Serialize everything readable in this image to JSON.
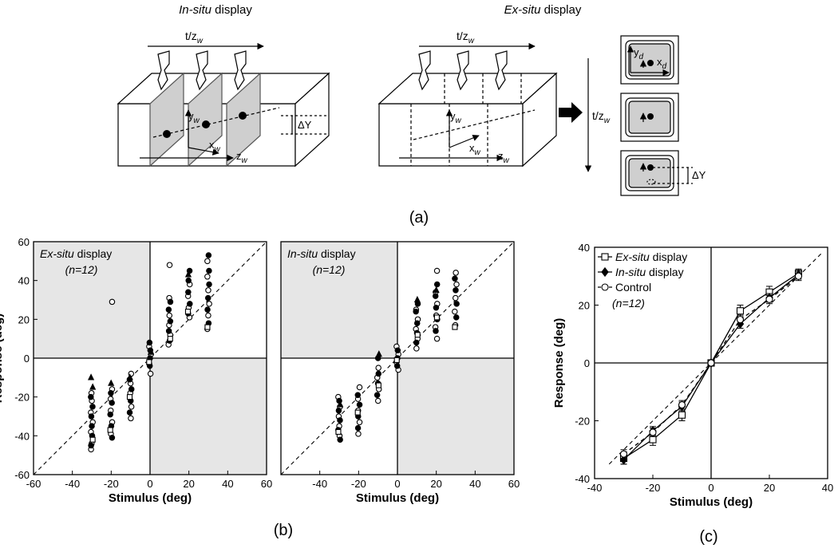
{
  "panel_a": {
    "insitu_title_italic": "In-situ",
    "insitu_title_rest": " display",
    "exsitu_title_italic": "Ex-situ",
    "exsitu_title_rest": " display",
    "time_label": "t/z",
    "time_sub": "w",
    "yw_label": "y",
    "yw_sub": "w",
    "xw_label": "x",
    "xw_sub": "w",
    "zw_label": "z",
    "zw_sub": "w",
    "yd_label": "y",
    "yd_sub": "d",
    "xd_label": "x",
    "xd_sub": "d",
    "delta_y": "ΔY",
    "caption": "(a)"
  },
  "panel_b_caption": "(b)",
  "panel_c_caption": "(c)",
  "chart_data": [
    {
      "id": "b-left",
      "type": "scatter",
      "title_italic": "Ex-situ",
      "title_rest": " display",
      "n_label": "(n=12)",
      "xlabel": "Stimulus (deg)",
      "ylabel": "Response (deg)",
      "xlim": [
        -60,
        60
      ],
      "ylim": [
        -60,
        60
      ],
      "xticks": [
        "-60",
        "-40",
        "-20",
        "0",
        "20",
        "40",
        "60"
      ],
      "yticks": [
        "60",
        "40",
        "20",
        "0",
        "-20",
        "-40",
        "-60"
      ],
      "shaded_quadrants": [
        "top-left",
        "bottom-right"
      ],
      "reference_line": "y=x (dashed)",
      "series": [
        {
          "marker": "circle-open",
          "points": [
            [
              -30,
              -47
            ],
            [
              -30,
              -44
            ],
            [
              -30,
              -38
            ],
            [
              -30,
              -33
            ],
            [
              -30,
              -28
            ],
            [
              -30,
              -22
            ],
            [
              -30,
              -18
            ],
            [
              -20,
              -39
            ],
            [
              -20,
              -33
            ],
            [
              -20,
              -27
            ],
            [
              -20,
              -21
            ],
            [
              -20,
              -16
            ],
            [
              -10,
              -31
            ],
            [
              -10,
              -25
            ],
            [
              -10,
              -18
            ],
            [
              -10,
              -13
            ],
            [
              -10,
              -8
            ],
            [
              0,
              -8
            ],
            [
              0,
              -3
            ],
            [
              0,
              2
            ],
            [
              0,
              6
            ],
            [
              10,
              7
            ],
            [
              10,
              12
            ],
            [
              10,
              17
            ],
            [
              10,
              22
            ],
            [
              10,
              31
            ],
            [
              10,
              48
            ],
            [
              20,
              21
            ],
            [
              20,
              26
            ],
            [
              20,
              32
            ],
            [
              20,
              38
            ],
            [
              30,
              15
            ],
            [
              30,
              22
            ],
            [
              30,
              28
            ],
            [
              30,
              35
            ],
            [
              30,
              42
            ],
            [
              30,
              50
            ],
            [
              -20,
              29
            ]
          ]
        },
        {
          "marker": "circle-filled",
          "points": [
            [
              -30,
              -45
            ],
            [
              -30,
              -40
            ],
            [
              -30,
              -35
            ],
            [
              -30,
              -30
            ],
            [
              -30,
              -25
            ],
            [
              -30,
              -20
            ],
            [
              -20,
              -41
            ],
            [
              -20,
              -35
            ],
            [
              -20,
              -29
            ],
            [
              -20,
              -23
            ],
            [
              -20,
              -18
            ],
            [
              -10,
              -28
            ],
            [
              -10,
              -22
            ],
            [
              -10,
              -16
            ],
            [
              -10,
              -11
            ],
            [
              0,
              -4
            ],
            [
              0,
              0
            ],
            [
              0,
              4
            ],
            [
              0,
              8
            ],
            [
              10,
              9
            ],
            [
              10,
              14
            ],
            [
              10,
              19
            ],
            [
              10,
              25
            ],
            [
              10,
              29
            ],
            [
              20,
              23
            ],
            [
              20,
              28
            ],
            [
              20,
              34
            ],
            [
              20,
              40
            ],
            [
              20,
              45
            ],
            [
              30,
              18
            ],
            [
              30,
              25
            ],
            [
              30,
              31
            ],
            [
              30,
              38
            ],
            [
              30,
              45
            ],
            [
              30,
              53
            ]
          ]
        },
        {
          "marker": "triangle-filled",
          "points": [
            [
              -30,
              -10
            ],
            [
              -30,
              -15
            ],
            [
              -20,
              -13
            ],
            [
              -10,
              -10
            ],
            [
              0,
              3
            ],
            [
              20,
              43
            ]
          ]
        },
        {
          "marker": "square-open",
          "points": [
            [
              -30,
              -42
            ],
            [
              -20,
              -37
            ],
            [
              -10,
              -20
            ],
            [
              0,
              -2
            ],
            [
              10,
              10
            ],
            [
              20,
              24
            ],
            [
              30,
              16
            ]
          ]
        }
      ]
    },
    {
      "id": "b-right",
      "type": "scatter",
      "title_italic": "In-situ",
      "title_rest": " display",
      "n_label": "(n=12)",
      "xlabel": "Stimulus (deg)",
      "ylabel": "",
      "xlim": [
        -60,
        60
      ],
      "ylim": [
        -60,
        60
      ],
      "xticks": [
        "-40",
        "-20",
        "0",
        "20",
        "40",
        "60"
      ],
      "shaded_quadrants": [
        "top-left",
        "bottom-right"
      ],
      "reference_line": "y=x (dashed)",
      "series": [
        {
          "marker": "circle-open",
          "points": [
            [
              -30,
              -40
            ],
            [
              -30,
              -35
            ],
            [
              -30,
              -30
            ],
            [
              -30,
              -25
            ],
            [
              -30,
              -20
            ],
            [
              -20,
              -39
            ],
            [
              -20,
              -33
            ],
            [
              -20,
              -27
            ],
            [
              -20,
              -21
            ],
            [
              -20,
              -15
            ],
            [
              -10,
              -22
            ],
            [
              -10,
              -16
            ],
            [
              -10,
              -10
            ],
            [
              -10,
              -5
            ],
            [
              0,
              -6
            ],
            [
              0,
              -2
            ],
            [
              0,
              2
            ],
            [
              0,
              6
            ],
            [
              10,
              5
            ],
            [
              10,
              10
            ],
            [
              10,
              15
            ],
            [
              10,
              20
            ],
            [
              10,
              25
            ],
            [
              20,
              10
            ],
            [
              20,
              16
            ],
            [
              20,
              22
            ],
            [
              20,
              28
            ],
            [
              20,
              34
            ],
            [
              20,
              45
            ],
            [
              30,
              17
            ],
            [
              30,
              24
            ],
            [
              30,
              31
            ],
            [
              30,
              38
            ],
            [
              30,
              44
            ]
          ]
        },
        {
          "marker": "circle-filled",
          "points": [
            [
              -30,
              -42
            ],
            [
              -30,
              -37
            ],
            [
              -30,
              -32
            ],
            [
              -30,
              -27
            ],
            [
              -30,
              -22
            ],
            [
              -20,
              -36
            ],
            [
              -20,
              -30
            ],
            [
              -20,
              -24
            ],
            [
              -20,
              -19
            ],
            [
              -10,
              -19
            ],
            [
              -10,
              -13
            ],
            [
              -10,
              -8
            ],
            [
              -10,
              0
            ],
            [
              0,
              -4
            ],
            [
              0,
              0
            ],
            [
              0,
              4
            ],
            [
              10,
              8
            ],
            [
              10,
              13
            ],
            [
              10,
              18
            ],
            [
              10,
              24
            ],
            [
              10,
              28
            ],
            [
              20,
              14
            ],
            [
              20,
              20
            ],
            [
              20,
              26
            ],
            [
              20,
              32
            ],
            [
              20,
              38
            ],
            [
              30,
              21
            ],
            [
              30,
              28
            ],
            [
              30,
              35
            ],
            [
              30,
              41
            ]
          ]
        },
        {
          "marker": "triangle-filled",
          "points": [
            [
              -30,
              -24
            ],
            [
              -10,
              2
            ],
            [
              10,
              30
            ],
            [
              20,
              35
            ]
          ]
        },
        {
          "marker": "square-open",
          "points": [
            [
              -30,
              -38
            ],
            [
              -20,
              -28
            ],
            [
              -10,
              -14
            ],
            [
              0,
              -1
            ],
            [
              10,
              12
            ],
            [
              20,
              21
            ],
            [
              30,
              16
            ]
          ]
        }
      ]
    },
    {
      "id": "c",
      "type": "line",
      "xlabel": "Stimulus (deg)",
      "ylabel": "Response (deg)",
      "xlim": [
        -40,
        40
      ],
      "ylim": [
        -40,
        40
      ],
      "xticks": [
        "-40",
        "-20",
        "0",
        "20",
        "40"
      ],
      "yticks": [
        "40",
        "20",
        "0",
        "-20",
        "-40"
      ],
      "legend_position": "top-left",
      "n_label": "(n=12)",
      "x": [
        -30,
        -20,
        -10,
        0,
        10,
        20,
        30
      ],
      "series": [
        {
          "name_italic": "Ex-situ",
          "name_rest": " display",
          "marker": "square-open",
          "line": "solid",
          "values": [
            -33,
            -26.5,
            -18,
            0,
            18,
            24.5,
            31
          ],
          "err": [
            2,
            2,
            2,
            0.8,
            2,
            2,
            1.5
          ]
        },
        {
          "name_italic": "In-situ",
          "name_rest": " display",
          "marker": "diamond-filled",
          "line": "solid",
          "values": [
            -33.5,
            -23.5,
            -15,
            0,
            13.5,
            22.5,
            30.5
          ],
          "err": [
            1.5,
            1.5,
            1.5,
            0.8,
            1.5,
            1.5,
            1.5
          ]
        },
        {
          "name_italic": "",
          "name_rest": "Control",
          "marker": "circle-open",
          "line": "dashed",
          "values": [
            -31.5,
            -24,
            -14.5,
            0,
            15,
            22,
            30
          ],
          "err": [
            1.5,
            1.5,
            1.5,
            0.8,
            1.5,
            1.5,
            1.5
          ]
        }
      ]
    }
  ]
}
